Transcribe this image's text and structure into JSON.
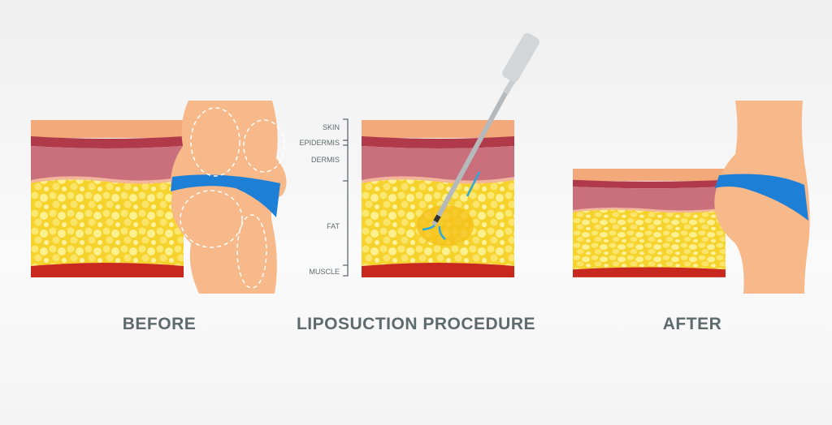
{
  "captions": {
    "before": "BEFORE",
    "procedure": "LIPOSUCTION PROCEDURE",
    "after": "AFTER"
  },
  "layers": {
    "skin": "SKIN",
    "epidermis": "EPIDERMIS",
    "dermis": "DERMIS",
    "fat": "FAT",
    "muscle": "MUSCLE"
  },
  "colors": {
    "skin": "#f4a97a",
    "epidermis": "#b13a4a",
    "dermis": "#c9707c",
    "fat": "#f6d22c",
    "muscle": "#c9281f",
    "body": "#f7b98a",
    "band": "#1e7fd6",
    "text": "#5e6a6c"
  }
}
